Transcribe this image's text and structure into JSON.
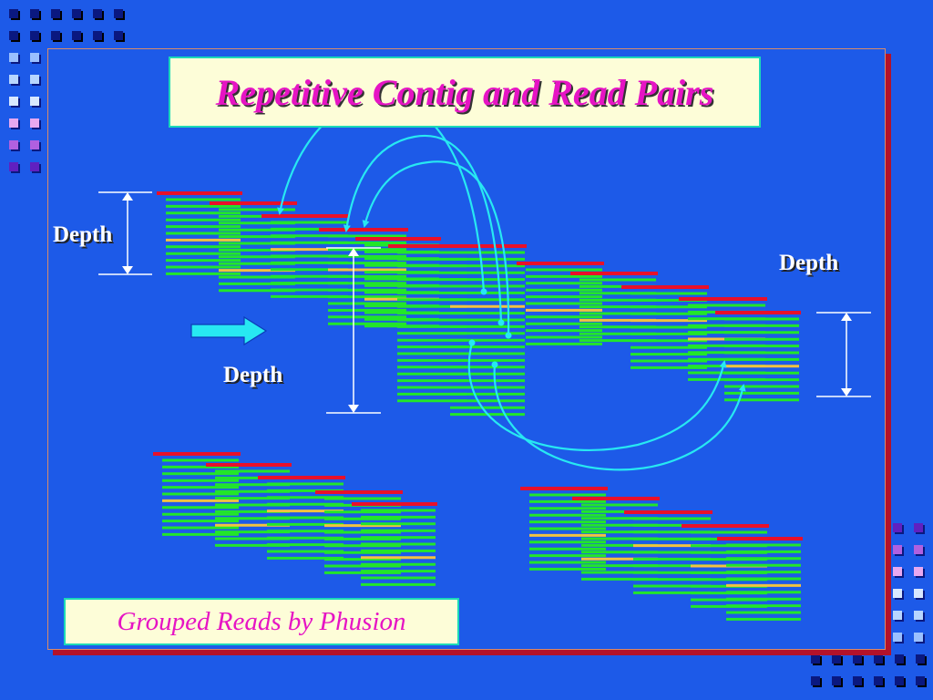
{
  "title": "Repetitive Contig and Read Pairs",
  "caption": "Grouped Reads by Phusion",
  "depth_labels": [
    "Depth",
    "Depth",
    "Depth"
  ],
  "colors": {
    "background": "#1d5ae8",
    "contig_read": "#e8102a",
    "read": "#22e62a",
    "highlight_read": "#f2c341",
    "pair_link": "#27e8f2",
    "title_text": "#e614c4",
    "box_fill": "#fdfdd8",
    "box_border": "#1bd9b8",
    "shadow": "#b3122a"
  },
  "icons": [
    "depth-arrow-icon",
    "direction-arrow-icon",
    "decorative-square-icon"
  ]
}
